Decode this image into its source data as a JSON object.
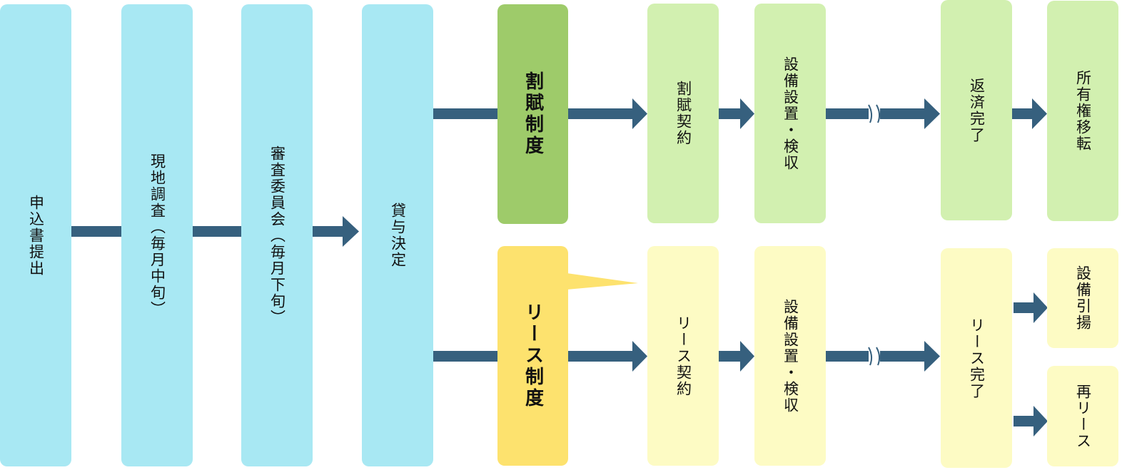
{
  "colors": {
    "blue_box": "#a8e8f3",
    "green_box": "#d2f0b0",
    "green_highlight": "#9ecb6a",
    "yellow_box": "#fdfbc4",
    "yellow_highlight": "#fde26e",
    "arrow": "#36607e"
  },
  "steps": {
    "apply": "申込書提出",
    "survey": "現地調査（毎月中旬）",
    "review": "審査委員会（毎月下旬）",
    "decision": "貸与決定"
  },
  "installment": {
    "title": "割賦制度",
    "contract": "割賦契約",
    "install": "設備設置・検収",
    "complete": "返済完了",
    "transfer": "所有権移転"
  },
  "lease": {
    "title": "リース制度",
    "contract": "リース契約",
    "install": "設備設置・検収",
    "complete": "リース完了",
    "removal": "設備引揚",
    "release": "再リース"
  }
}
